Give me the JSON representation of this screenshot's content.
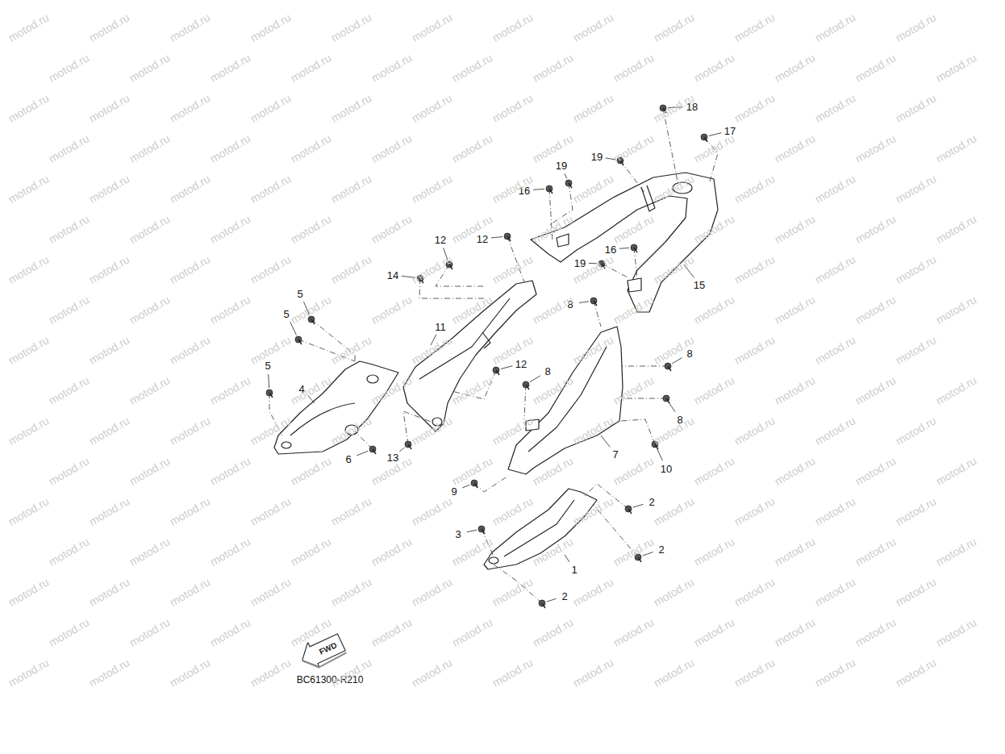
{
  "diagram": {
    "nodes": [
      {
        "text": [
          "FWD"
        ]
      }
    ],
    "labels": [
      "18",
      "17",
      "19",
      "19",
      "16",
      "12",
      "12",
      "16",
      "19",
      "14",
      "15",
      "5",
      "8",
      "5",
      "11",
      "8",
      "12",
      "8",
      "4",
      "8",
      "5",
      "7",
      "13",
      "6",
      "10",
      "9",
      "2",
      "3",
      "2",
      "1",
      "2",
      "BC61300-R210",
      "motod.ru",
      "motod.ru",
      "motod.ru",
      "motod.ru",
      "motod.ru",
      "motod.ru",
      "motod.ru",
      "motod.ru",
      "motod.ru",
      "motod.ru",
      "motod.ru",
      "motod.ru",
      "motod.ru",
      "motod.ru",
      "motod.ru",
      "motod.ru",
      "motod.ru",
      "motod.ru",
      "motod.ru",
      "motod.ru",
      "motod.ru",
      "motod.ru",
      "motod.ru",
      "motod.ru",
      "motod.ru",
      "motod.ru",
      "motod.ru",
      "motod.ru",
      "motod.ru",
      "motod.ru",
      "motod.ru",
      "motod.ru",
      "motod.ru",
      "motod.ru",
      "motod.ru",
      "motod.ru",
      "motod.ru",
      "motod.ru",
      "motod.ru",
      "motod.ru",
      "motod.ru",
      "motod.ru",
      "motod.ru",
      "motod.ru",
      "motod.ru",
      "motod.ru",
      "motod.ru",
      "motod.ru",
      "motod.ru",
      "motod.ru",
      "motod.ru",
      "motod.ru",
      "motod.ru",
      "motod.ru",
      "motod.ru",
      "motod.ru",
      "motod.ru",
      "motod.ru",
      "motod.ru",
      "motod.ru",
      "motod.ru",
      "motod.ru",
      "motod.ru",
      "motod.ru",
      "motod.ru",
      "motod.ru",
      "motod.ru",
      "motod.ru",
      "motod.ru",
      "motod.ru",
      "motod.ru",
      "motod.ru",
      "motod.ru",
      "motod.ru",
      "motod.ru",
      "motod.ru",
      "motod.ru",
      "motod.ru",
      "motod.ru",
      "motod.ru",
      "motod.ru",
      "motod.ru",
      "motod.ru",
      "motod.ru",
      "motod.ru",
      "motod.ru",
      "motod.ru",
      "motod.ru",
      "motod.ru",
      "motod.ru",
      "motod.ru",
      "motod.ru",
      "motod.ru",
      "motod.ru",
      "motod.ru",
      "motod.ru",
      "motod.ru",
      "motod.ru",
      "motod.ru",
      "motod.ru",
      "motod.ru",
      "motod.ru",
      "motod.ru",
      "motod.ru",
      "motod.ru",
      "motod.ru",
      "motod.ru",
      "motod.ru",
      "motod.ru",
      "motod.ru",
      "motod.ru",
      "motod.ru",
      "motod.ru",
      "motod.ru",
      "motod.ru",
      "motod.ru",
      "motod.ru",
      "motod.ru",
      "motod.ru",
      "motod.ru",
      "motod.ru",
      "motod.ru",
      "motod.ru",
      "motod.ru",
      "motod.ru",
      "motod.ru",
      "motod.ru",
      "motod.ru",
      "motod.ru",
      "motod.ru",
      "motod.ru",
      "motod.ru",
      "motod.ru",
      "motod.ru",
      "motod.ru",
      "motod.ru",
      "motod.ru",
      "motod.ru",
      "motod.ru",
      "motod.ru",
      "motod.ru",
      "motod.ru",
      "motod.ru",
      "motod.ru",
      "motod.ru",
      "motod.ru",
      "motod.ru",
      "motod.ru",
      "motod.ru",
      "motod.ru",
      "motod.ru",
      "motod.ru",
      "motod.ru",
      "motod.ru",
      "motod.ru",
      "motod.ru",
      "motod.ru",
      "motod.ru",
      "motod.ru",
      "motod.ru",
      "motod.ru",
      "motod.ru",
      "motod.ru",
      "motod.ru",
      "motod.ru",
      "motod.ru",
      "motod.ru",
      "motod.ru",
      "motod.ru",
      "motod.ru",
      "motod.ru",
      "motod.ru",
      "motod.ru",
      "motod.ru",
      "motod.ru",
      "motod.ru",
      "motod.ru",
      "motod.ru",
      "motod.ru",
      "motod.ru",
      "motod.ru",
      "motod.ru",
      "motod.ru",
      "motod.ru",
      "motod.ru",
      "motod.ru",
      "motod.ru",
      "motod.ru",
      "motod.ru",
      "motod.ru",
      "motod.ru",
      "motod.ru",
      "motod.ru",
      "motod.ru",
      "motod.ru",
      "motod.ru",
      "motod.ru",
      "motod.ru",
      "motod.ru",
      "motod.ru",
      "motod.ru",
      "motod.ru",
      "motod.ru",
      "motod.ru"
    ]
  }
}
